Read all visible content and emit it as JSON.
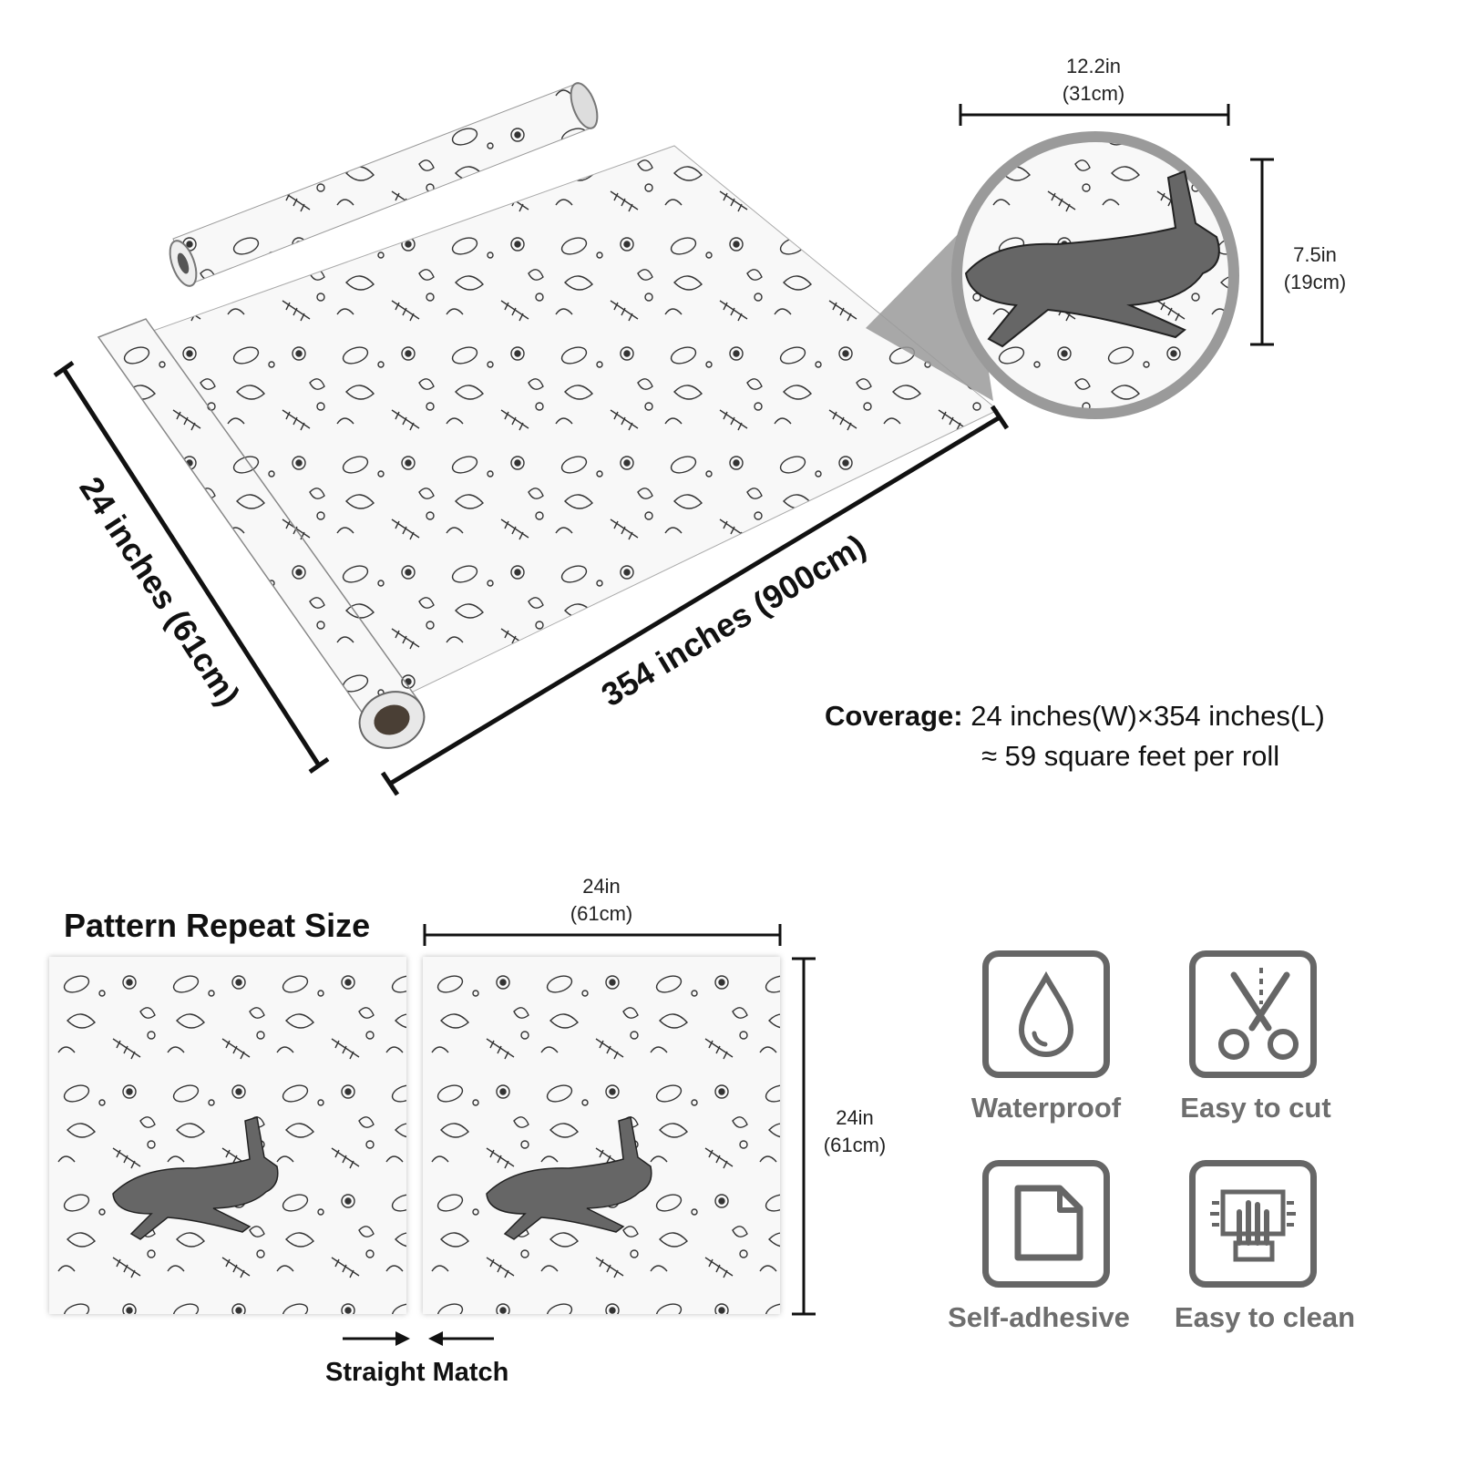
{
  "top": {
    "detail_width": {
      "in": "12.2in",
      "cm": "(31cm)"
    },
    "detail_height": {
      "in": "7.5in",
      "cm": "(19cm)"
    },
    "roll_width_label": "24 inches (61cm)",
    "roll_length_label": "354 inches (900cm)",
    "coverage": {
      "label": "Coverage:",
      "line1": "24 inches(W)×354 inches(L)",
      "line2": "≈ 59 square feet per roll"
    }
  },
  "bottom": {
    "title": "Pattern Repeat Size",
    "panel_width": {
      "in": "24in",
      "cm": "(61cm)"
    },
    "panel_height": {
      "in": "24in",
      "cm": "(61cm)"
    },
    "match_label": "Straight Match"
  },
  "features": [
    {
      "label": "Waterproof",
      "icon": "water-drop-icon"
    },
    {
      "label": "Easy to cut",
      "icon": "scissors-icon"
    },
    {
      "label": "Self-adhesive",
      "icon": "peel-sticker-icon"
    },
    {
      "label": "Easy to clean",
      "icon": "wipe-hand-icon"
    }
  ],
  "colors": {
    "icon_gray": "#666666",
    "label_gray": "#6e6e6e",
    "ink": "#111111"
  }
}
